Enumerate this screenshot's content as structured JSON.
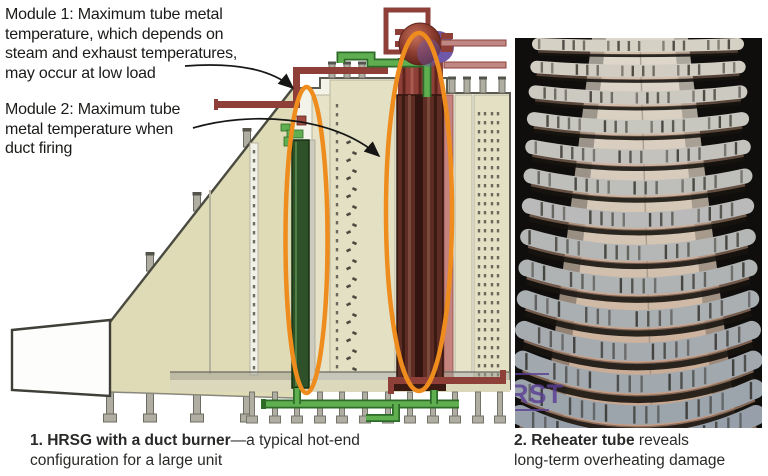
{
  "annotations": {
    "module1": {
      "lines": [
        "Module 1: Maximum tube metal",
        "temperature, which depends on",
        "steam and exhaust temperatures,",
        "may occur at low load"
      ]
    },
    "module2": {
      "lines": [
        "Module 2: Maximum tube",
        "metal temperature when",
        "duct firing"
      ]
    }
  },
  "captions": {
    "fig1": {
      "lead": "1. HRSG with a duct burner",
      "rest": "—a typical hot-end",
      "line2": "configuration for a large unit"
    },
    "fig2": {
      "lead": "2. Reheater tube",
      "rest": " reveals",
      "line2": "long-term overheating damage"
    }
  },
  "photo": {
    "watermark": "RST"
  },
  "colors": {
    "highlight_orange": "#ee8c1e",
    "pipe_red": "#8e4038",
    "pipe_pink": "#c08884",
    "pipe_green": "#5fae50",
    "module1_green": "#2f5129",
    "module2_maroon": "#5d2d23",
    "panel_beige": "#e3e0c4",
    "drum_purple": "#6f58aa",
    "photo_background": "#100e0c",
    "fin_gray": "#98a0aa",
    "annotation_text": "#1a1a18"
  }
}
